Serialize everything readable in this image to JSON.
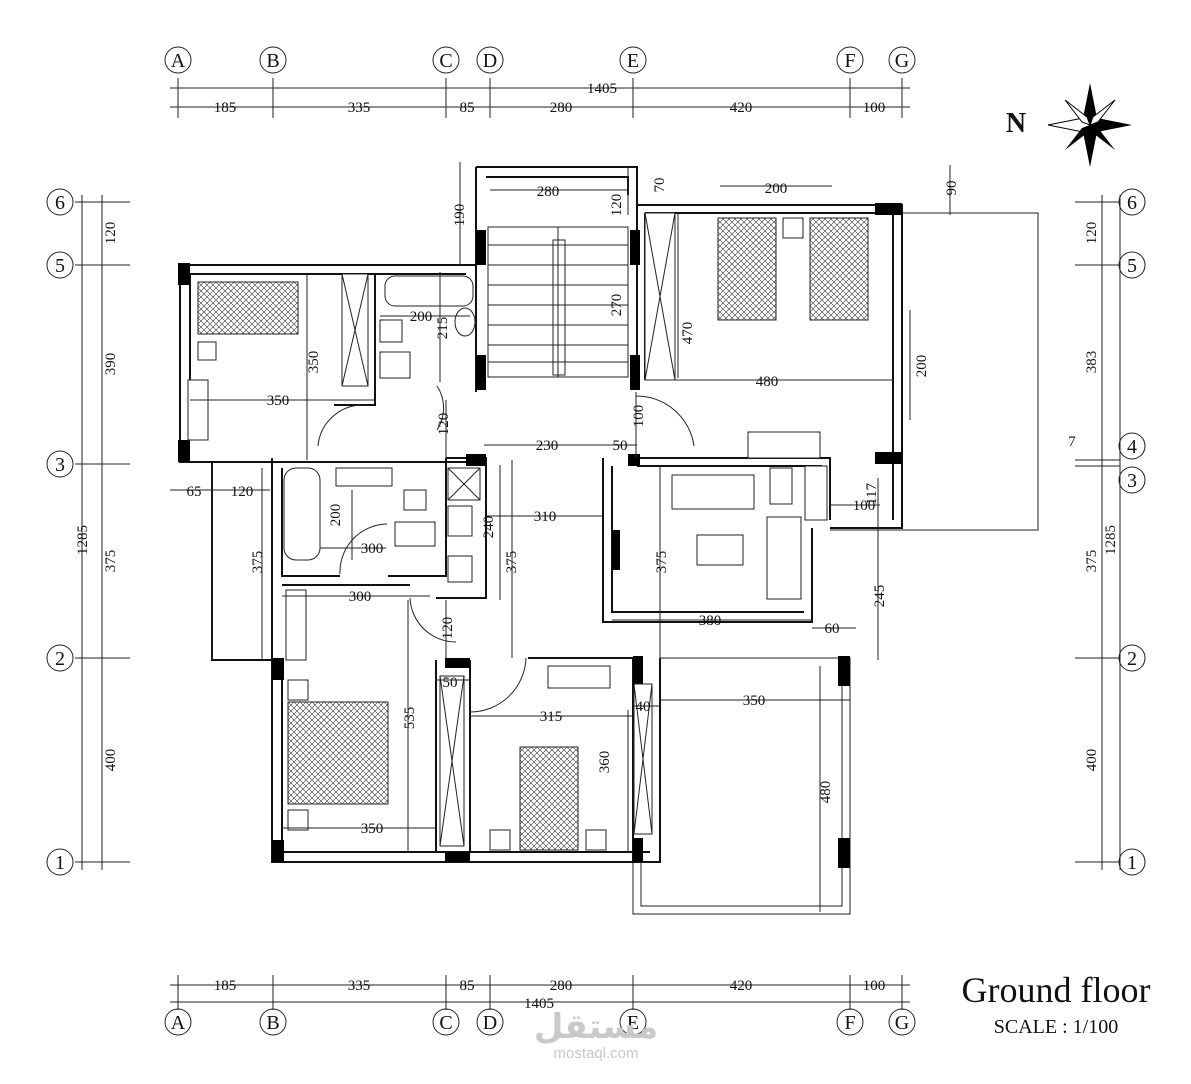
{
  "title": "Ground floor",
  "scale": "SCALE : 1/100",
  "north_label": "N",
  "watermark": {
    "arabic": "مستقل",
    "latin": "mostaql.com"
  },
  "grid_top": [
    "A",
    "B",
    "C",
    "D",
    "E",
    "F",
    "G"
  ],
  "grid_side": [
    "6",
    "5",
    "3",
    "2",
    "1"
  ],
  "grid_right_extra": [
    "4",
    "3"
  ],
  "top_total": "1405",
  "top_dims": [
    "185",
    "335",
    "85",
    "280",
    "420",
    "100"
  ],
  "bottom_total": "1405",
  "bottom_dims": [
    "185",
    "335",
    "85",
    "280",
    "420",
    "100"
  ],
  "left_total": "1285",
  "left_dims": [
    "120",
    "390",
    "375",
    "400"
  ],
  "right_total": "1285",
  "right_dims": [
    "120",
    "383",
    "7",
    "375",
    "400"
  ],
  "room_dims": {
    "d280a": "280",
    "d120a": "120",
    "d70": "70",
    "d190": "190",
    "d270": "270",
    "d200top": "200",
    "d90": "90",
    "d470": "470",
    "d480": "480",
    "d200r": "200",
    "d350a": "350",
    "d350b": "350",
    "d200b": "200",
    "d215": "215",
    "d120b": "120",
    "d100a": "100",
    "d230": "230",
    "d50a": "50",
    "d65": "65",
    "d120c": "120",
    "d200c": "200",
    "d300a": "300",
    "d240": "240",
    "d310": "310",
    "d375a": "375",
    "d375b": "375",
    "d375c": "375",
    "d117": "117",
    "d100b": "100",
    "d245": "245",
    "d300b": "300",
    "d380": "380",
    "d60": "60",
    "d120d": "120",
    "d50b": "50",
    "d40": "40",
    "d350c": "350",
    "d315": "315",
    "d535": "535",
    "d360": "360",
    "d480b": "480",
    "d350d": "350"
  }
}
